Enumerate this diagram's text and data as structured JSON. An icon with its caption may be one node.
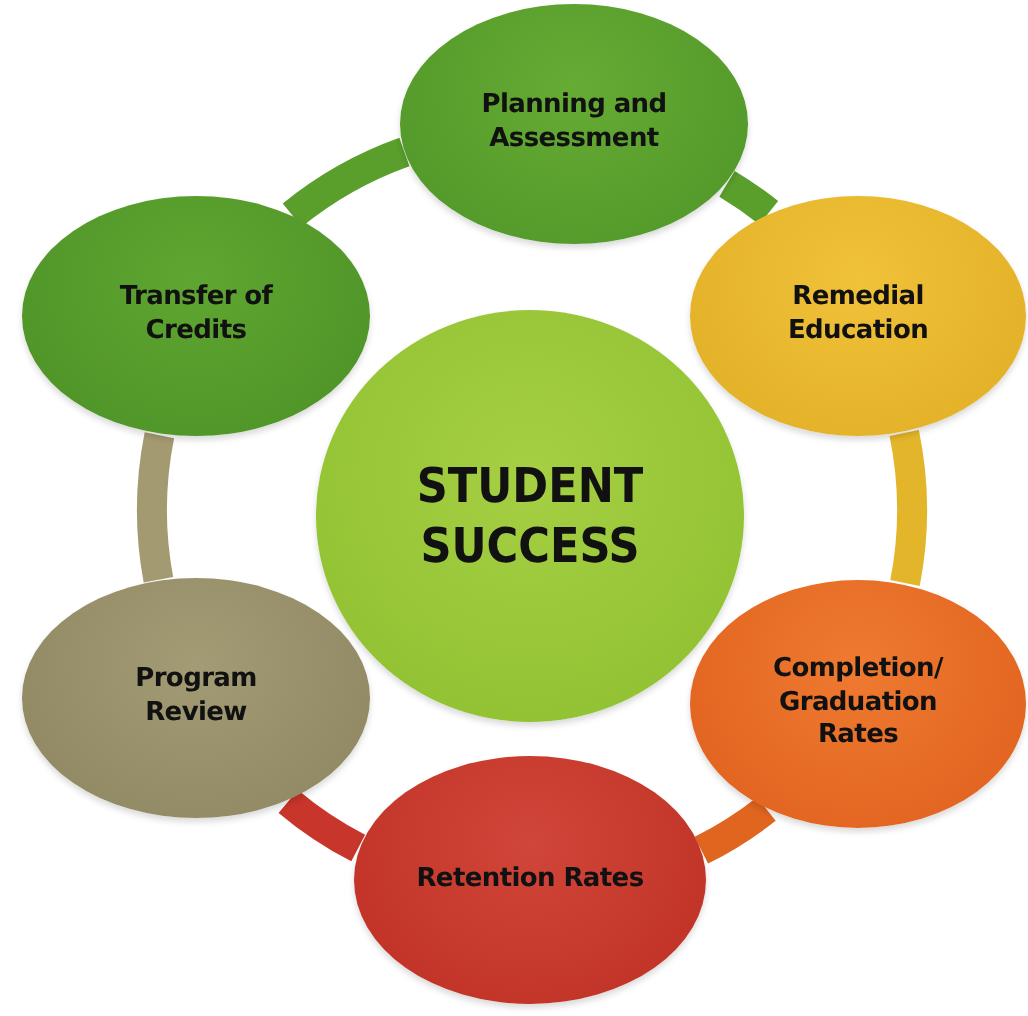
{
  "diagram": {
    "nodes": [
      {
        "text": [
          "STUDENT SUCCESS"
        ]
      },
      {
        "text": [
          "Planning and Assessment"
        ]
      },
      {
        "text": [
          "Remedial Education"
        ]
      },
      {
        "text": [
          "Completion/ Graduation Rates"
        ]
      },
      {
        "text": [
          "Retention Rates"
        ]
      },
      {
        "text": [
          "Program Review"
        ]
      },
      {
        "text": [
          "Transfer of Credits"
        ]
      }
    ],
    "edges": [
      {
        "from": 1,
        "to": 2,
        "arrow": "none",
        "color": "#5a9e2c"
      },
      {
        "from": 2,
        "to": 3,
        "arrow": "none",
        "color": "#e3b52a"
      },
      {
        "from": 3,
        "to": 4,
        "arrow": "none",
        "color": "#e0661f"
      },
      {
        "from": 4,
        "to": 5,
        "arrow": "none",
        "color": "#c8352a"
      },
      {
        "from": 5,
        "to": 6,
        "arrow": "none",
        "color": "#a39a72"
      },
      {
        "from": 6,
        "to": 1,
        "arrow": "none",
        "color": "#5a9e2c"
      }
    ]
  }
}
